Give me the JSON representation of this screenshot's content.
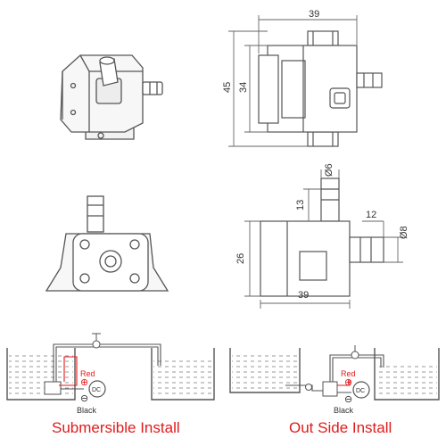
{
  "dimensions": {
    "side_width": "39",
    "side_height_outer": "45",
    "side_height_inner": "34",
    "top_outlet_diameter": "Ø6",
    "top_outlet_length": "13",
    "inlet_length": "12",
    "inlet_diameter": "Ø8",
    "front_height": "26",
    "front_width": "39"
  },
  "install": {
    "submersible": {
      "title": "Submersible Install",
      "red_label": "Red",
      "black_label": "Black",
      "power_label": "DC",
      "plus_symbol": "⊕",
      "minus_symbol": "⊖"
    },
    "outside": {
      "title": "Out Side Install",
      "red_label": "Red",
      "black_label": "Black",
      "power_label": "DC",
      "plus_symbol": "⊕",
      "minus_symbol": "⊖"
    }
  },
  "colors": {
    "line": "#555555",
    "dim_line": "#666666",
    "wire_red": "#e01b1b",
    "caption": "#e01b1b"
  }
}
